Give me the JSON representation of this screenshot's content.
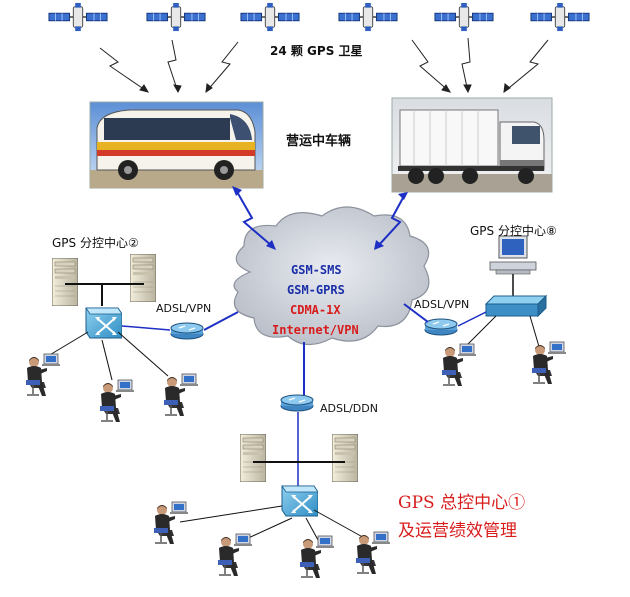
{
  "satellites": {
    "label": "24 颗 GPS 卫星",
    "count": 6
  },
  "vehicles": {
    "label": "营运中车辆"
  },
  "network": {
    "lines": [
      "GSM-SMS",
      "GSM-GPRS",
      "CDMA-1X",
      "Internet/VPN"
    ],
    "colors": [
      "#1a2fa8",
      "#1a2fa8",
      "#d81c1c",
      "#d81c1c"
    ]
  },
  "centers": {
    "sub2": {
      "label": "GPS 分控中心②",
      "link": "ADSL/VPN"
    },
    "sub8": {
      "label": "GPS 分控中心⑧",
      "link": "ADSL/VPN"
    },
    "main": {
      "title_line1": "GPS 总控中心①",
      "title_line2": "及运营绩效管理",
      "link": "ADSL/DDN"
    }
  },
  "colors": {
    "link_blue": "#1d2fc4",
    "title_red": "#d81c1c",
    "cloud": "#cfd3db"
  }
}
